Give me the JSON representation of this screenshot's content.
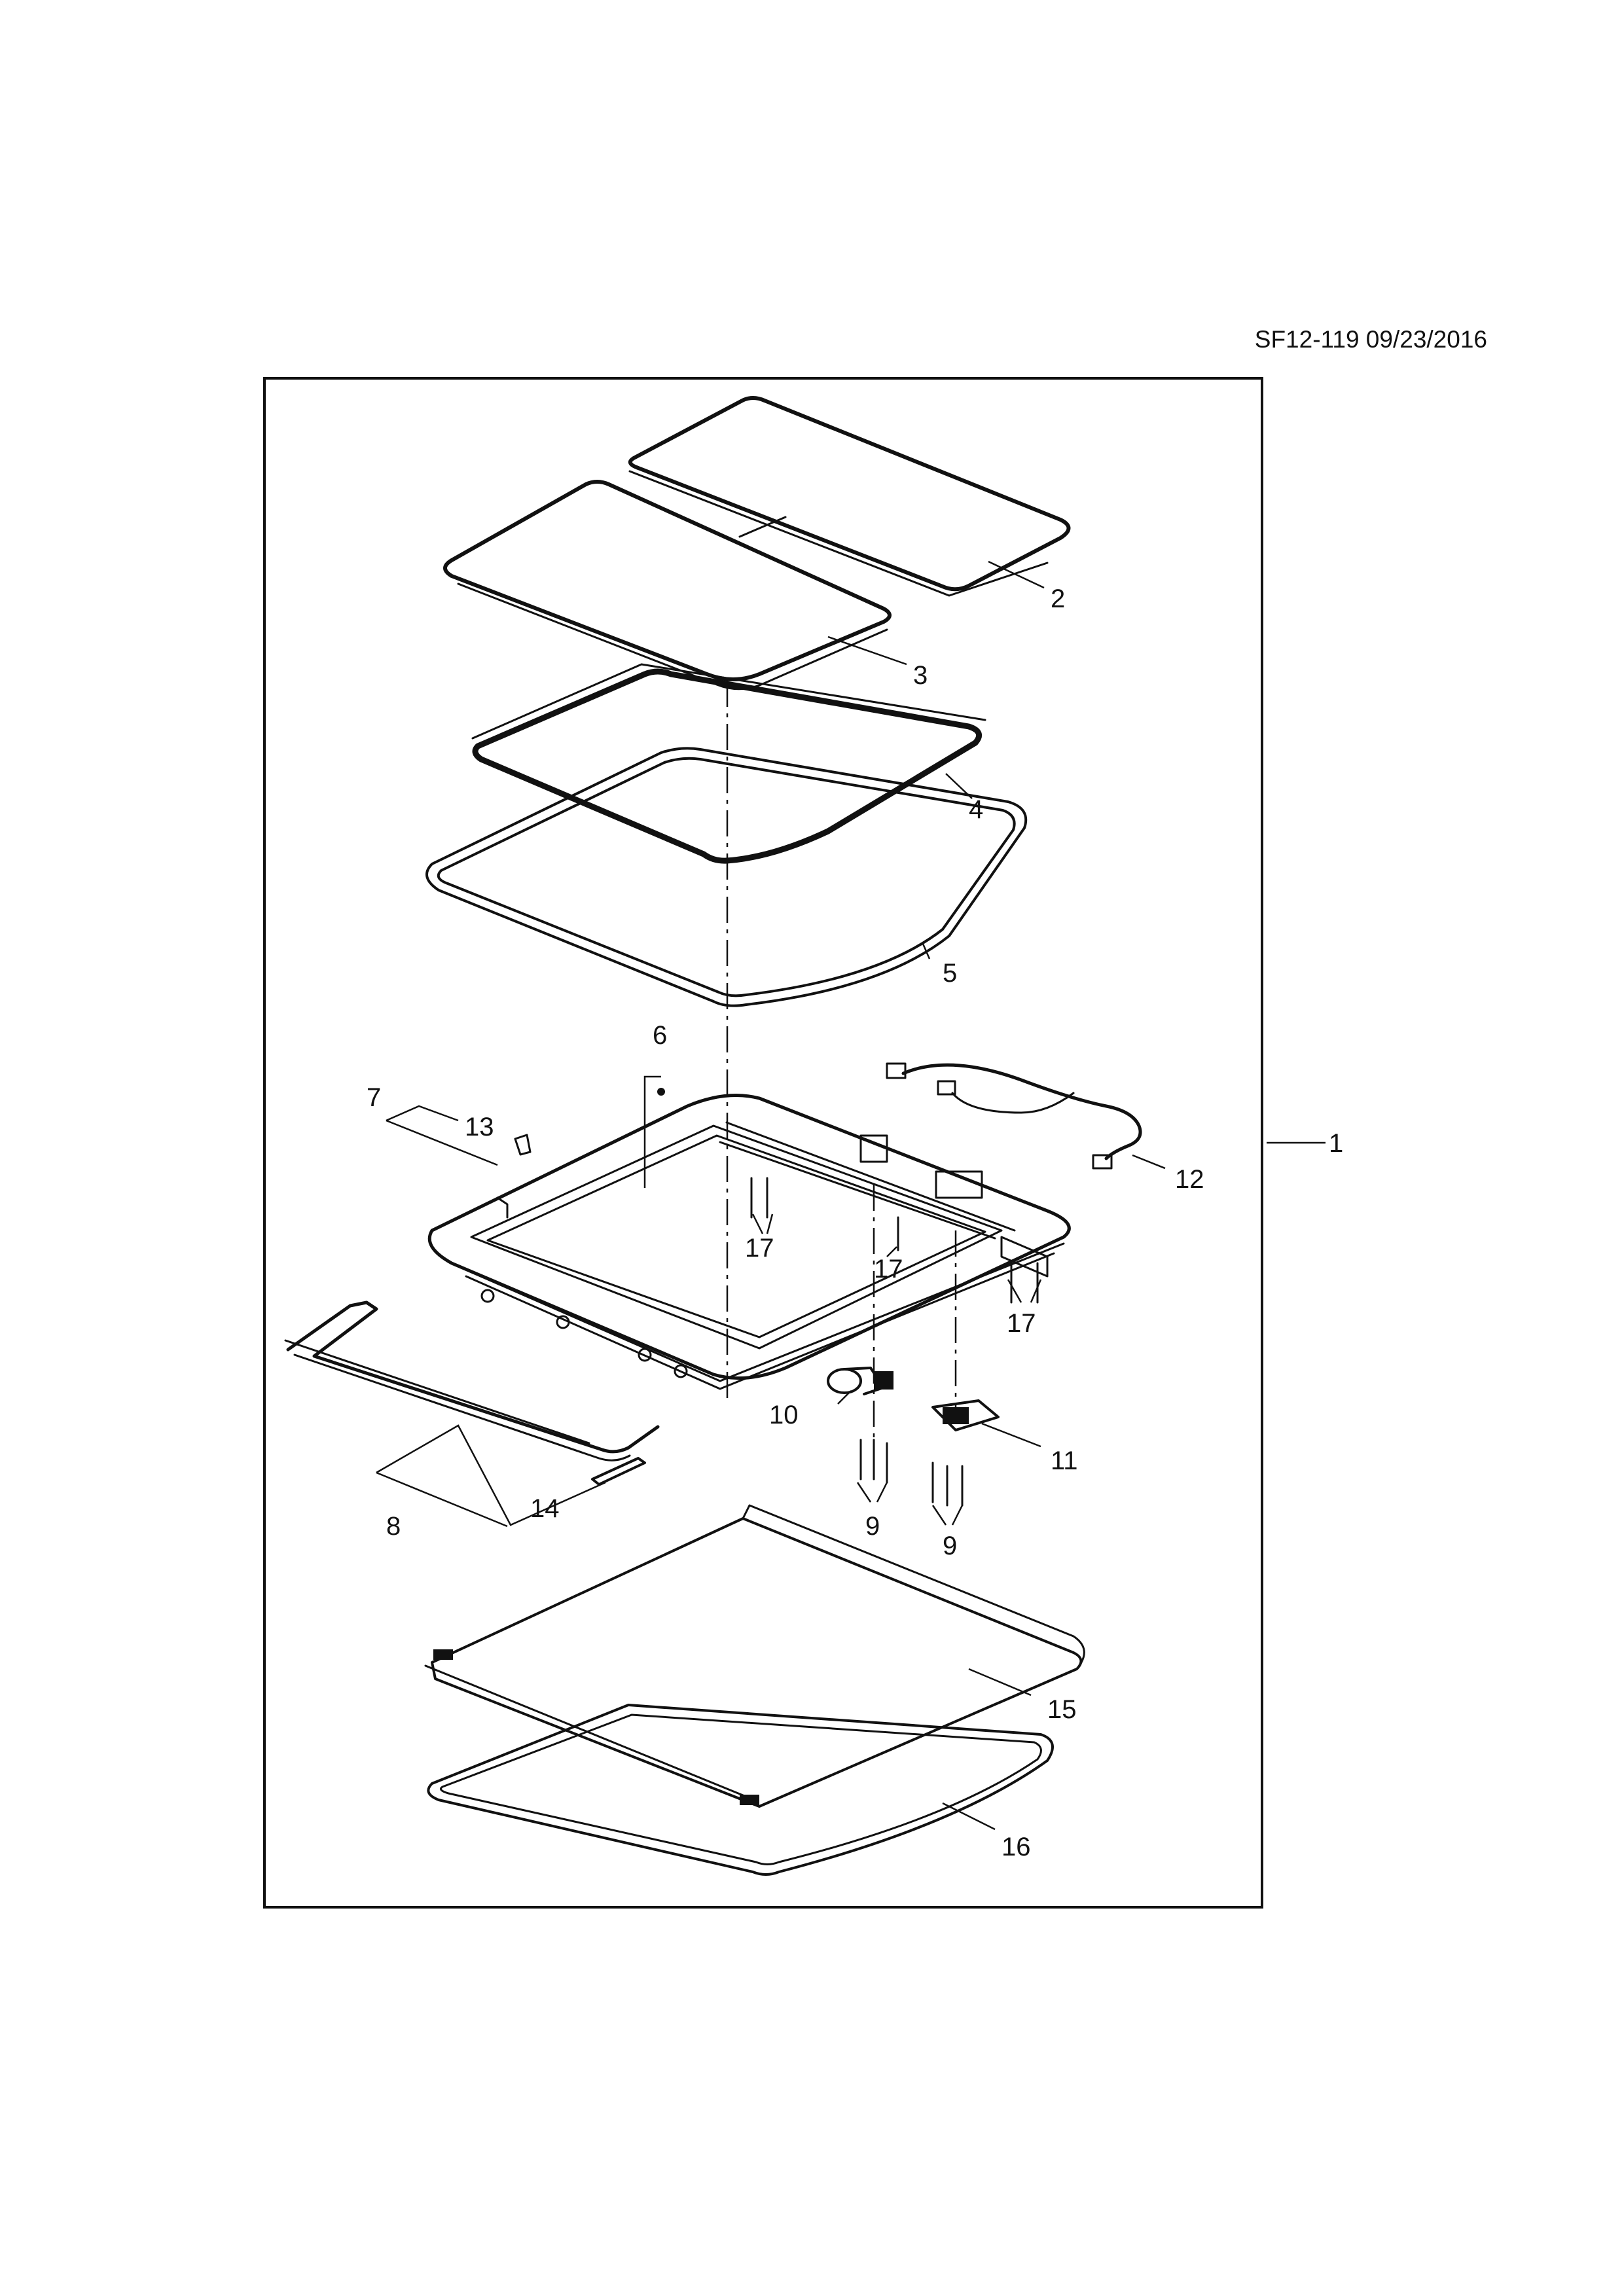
{
  "document_id": "SF12-119 09/23/2016",
  "callouts": [
    {
      "id": "1",
      "text": "1"
    },
    {
      "id": "2",
      "text": "2"
    },
    {
      "id": "3",
      "text": "3"
    },
    {
      "id": "4",
      "text": "4"
    },
    {
      "id": "5",
      "text": "5"
    },
    {
      "id": "6",
      "text": "6"
    },
    {
      "id": "7",
      "text": "7"
    },
    {
      "id": "8",
      "text": "8"
    },
    {
      "id": "9a",
      "text": "9"
    },
    {
      "id": "9b",
      "text": "9"
    },
    {
      "id": "10",
      "text": "10"
    },
    {
      "id": "11",
      "text": "11"
    },
    {
      "id": "12",
      "text": "12"
    },
    {
      "id": "13",
      "text": "13"
    },
    {
      "id": "14",
      "text": "14"
    },
    {
      "id": "15",
      "text": "15"
    },
    {
      "id": "16",
      "text": "16"
    },
    {
      "id": "17a",
      "text": "17"
    },
    {
      "id": "17b",
      "text": "17"
    },
    {
      "id": "17c",
      "text": "17"
    }
  ]
}
